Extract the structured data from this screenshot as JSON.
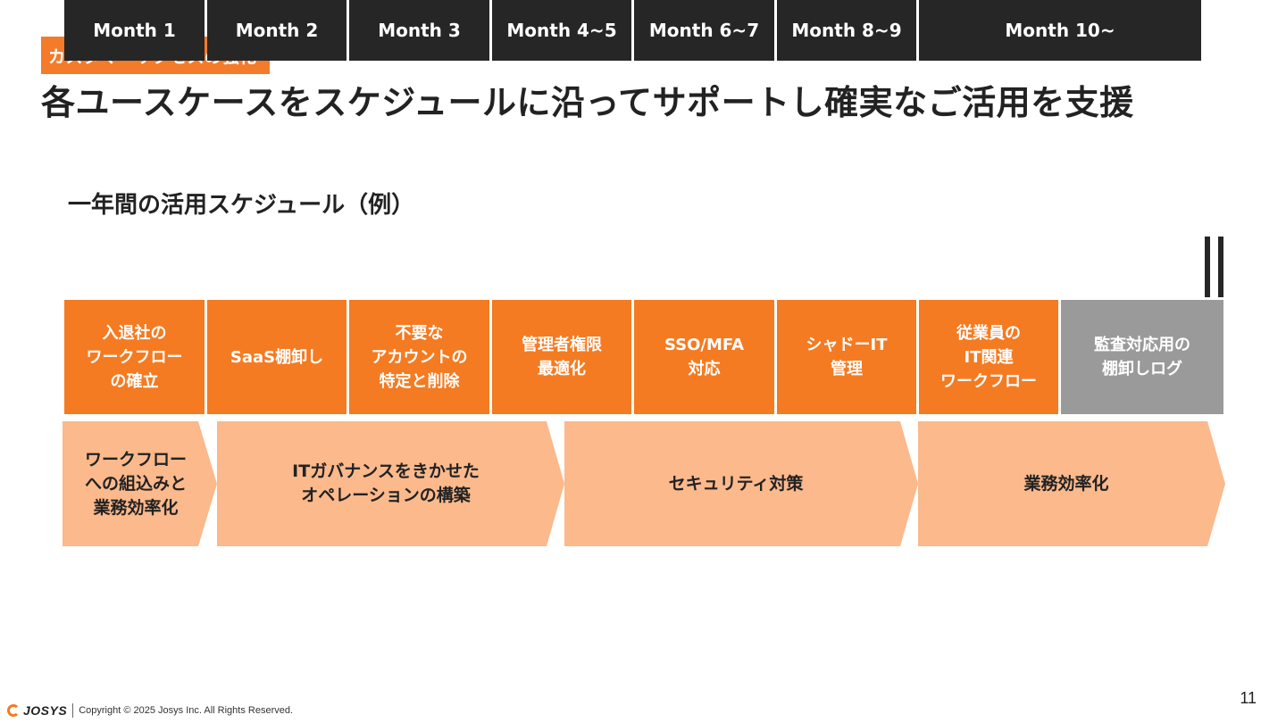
{
  "header": {
    "tag": "カスタマーサクセスの強化",
    "title": "各ユースケースをスケジュールに沿ってサポートし確実なご活用を支援"
  },
  "section": {
    "title": "一年間の活用スケジュール（例）"
  },
  "schedule": {
    "months": [
      "Month 1",
      "Month 2",
      "Month 3",
      "Month 4~5",
      "Month 6~7",
      "Month 8~9",
      "Month 10~"
    ],
    "usecases": [
      {
        "label": "入退社の\nワークフロー\nの確立",
        "color": "#f47b22"
      },
      {
        "label": "SaaS棚卸し",
        "color": "#f47b22"
      },
      {
        "label": "不要な\nアカウントの\n特定と削除",
        "color": "#f47b22"
      },
      {
        "label": "管理者権限\n最適化",
        "color": "#f47b22"
      },
      {
        "label": "SSO/MFA\n対応",
        "color": "#f47b22"
      },
      {
        "label": "シャドーIT\n管理",
        "color": "#f47b22"
      },
      {
        "label": "従業員の\nIT関連\nワークフロー",
        "color": "#f47b22"
      },
      {
        "label": "監査対応用の\n棚卸しログ",
        "color": "#9a9a9a"
      }
    ],
    "phases": [
      {
        "label": "ワークフロー\nへの組込みと\n業務効率化"
      },
      {
        "label": "ITガバナンスをきかせた\nオペレーションの構築"
      },
      {
        "label": "セキュリティ対策"
      },
      {
        "label": "業務効率化"
      }
    ]
  },
  "colors": {
    "accent": "#f47b22",
    "phase_fill": "#fbb98c",
    "header_dark": "#262626",
    "muted": "#9a9a9a"
  },
  "footer": {
    "logo": "JOSYS",
    "copyright": "Copyright © 2025 Josys Inc. All Rights Reserved.",
    "page_number": "11"
  }
}
